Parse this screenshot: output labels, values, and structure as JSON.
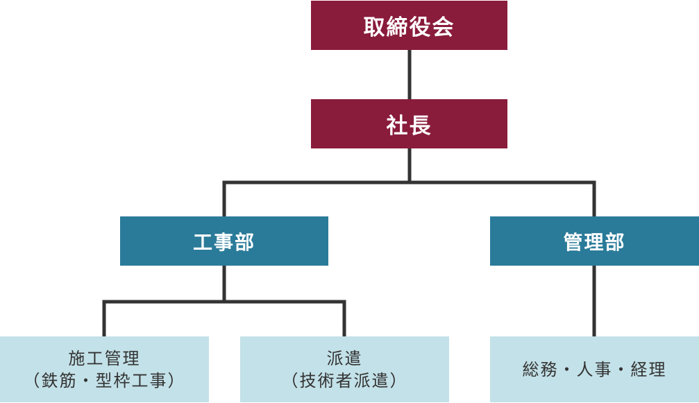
{
  "org_chart": {
    "board": {
      "label": "取締役会"
    },
    "president": {
      "label": "社長"
    },
    "construction_dept": {
      "label": "工事部"
    },
    "management_dept": {
      "label": "管理部"
    },
    "construction_mgmt": {
      "line1": "施工管理",
      "line2": "（鉄筋・型枠工事）"
    },
    "dispatch": {
      "line1": "派遣",
      "line2": "（技術者派遣）"
    },
    "general_affairs": {
      "label": "総務・人事・経理"
    }
  },
  "colors": {
    "executive": "#891b3b",
    "department": "#2a7b99",
    "section": "#c3e1e8",
    "connector": "#333333"
  }
}
